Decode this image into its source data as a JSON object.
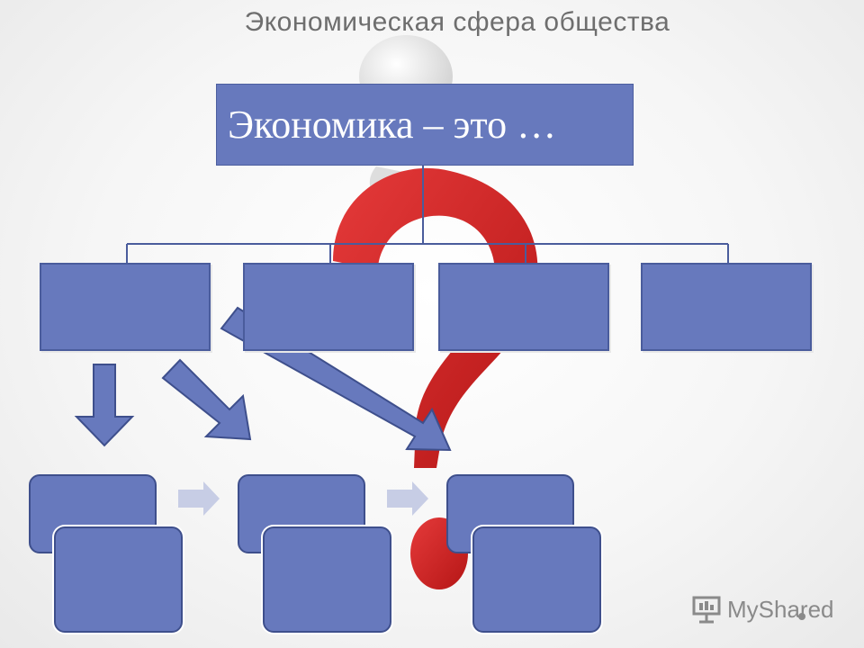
{
  "slide": {
    "title": "Экономическая сфера общества"
  },
  "diagram": {
    "main_box_text": "Экономика – это …",
    "sub_boxes": [
      "",
      "",
      "",
      ""
    ],
    "stage_boxes": [
      "",
      "",
      ""
    ]
  },
  "watermark": {
    "logo_text": "MyShared",
    "logo_icon": "presentation-screen-icon"
  },
  "colors": {
    "box_fill": "#6779bd",
    "box_border": "#4a5c9c",
    "connector": "#4a5c9c",
    "question_mark": "#d42a2a",
    "arrow_gray": "#c7cde5",
    "title_gray": "#6e6e6e"
  }
}
